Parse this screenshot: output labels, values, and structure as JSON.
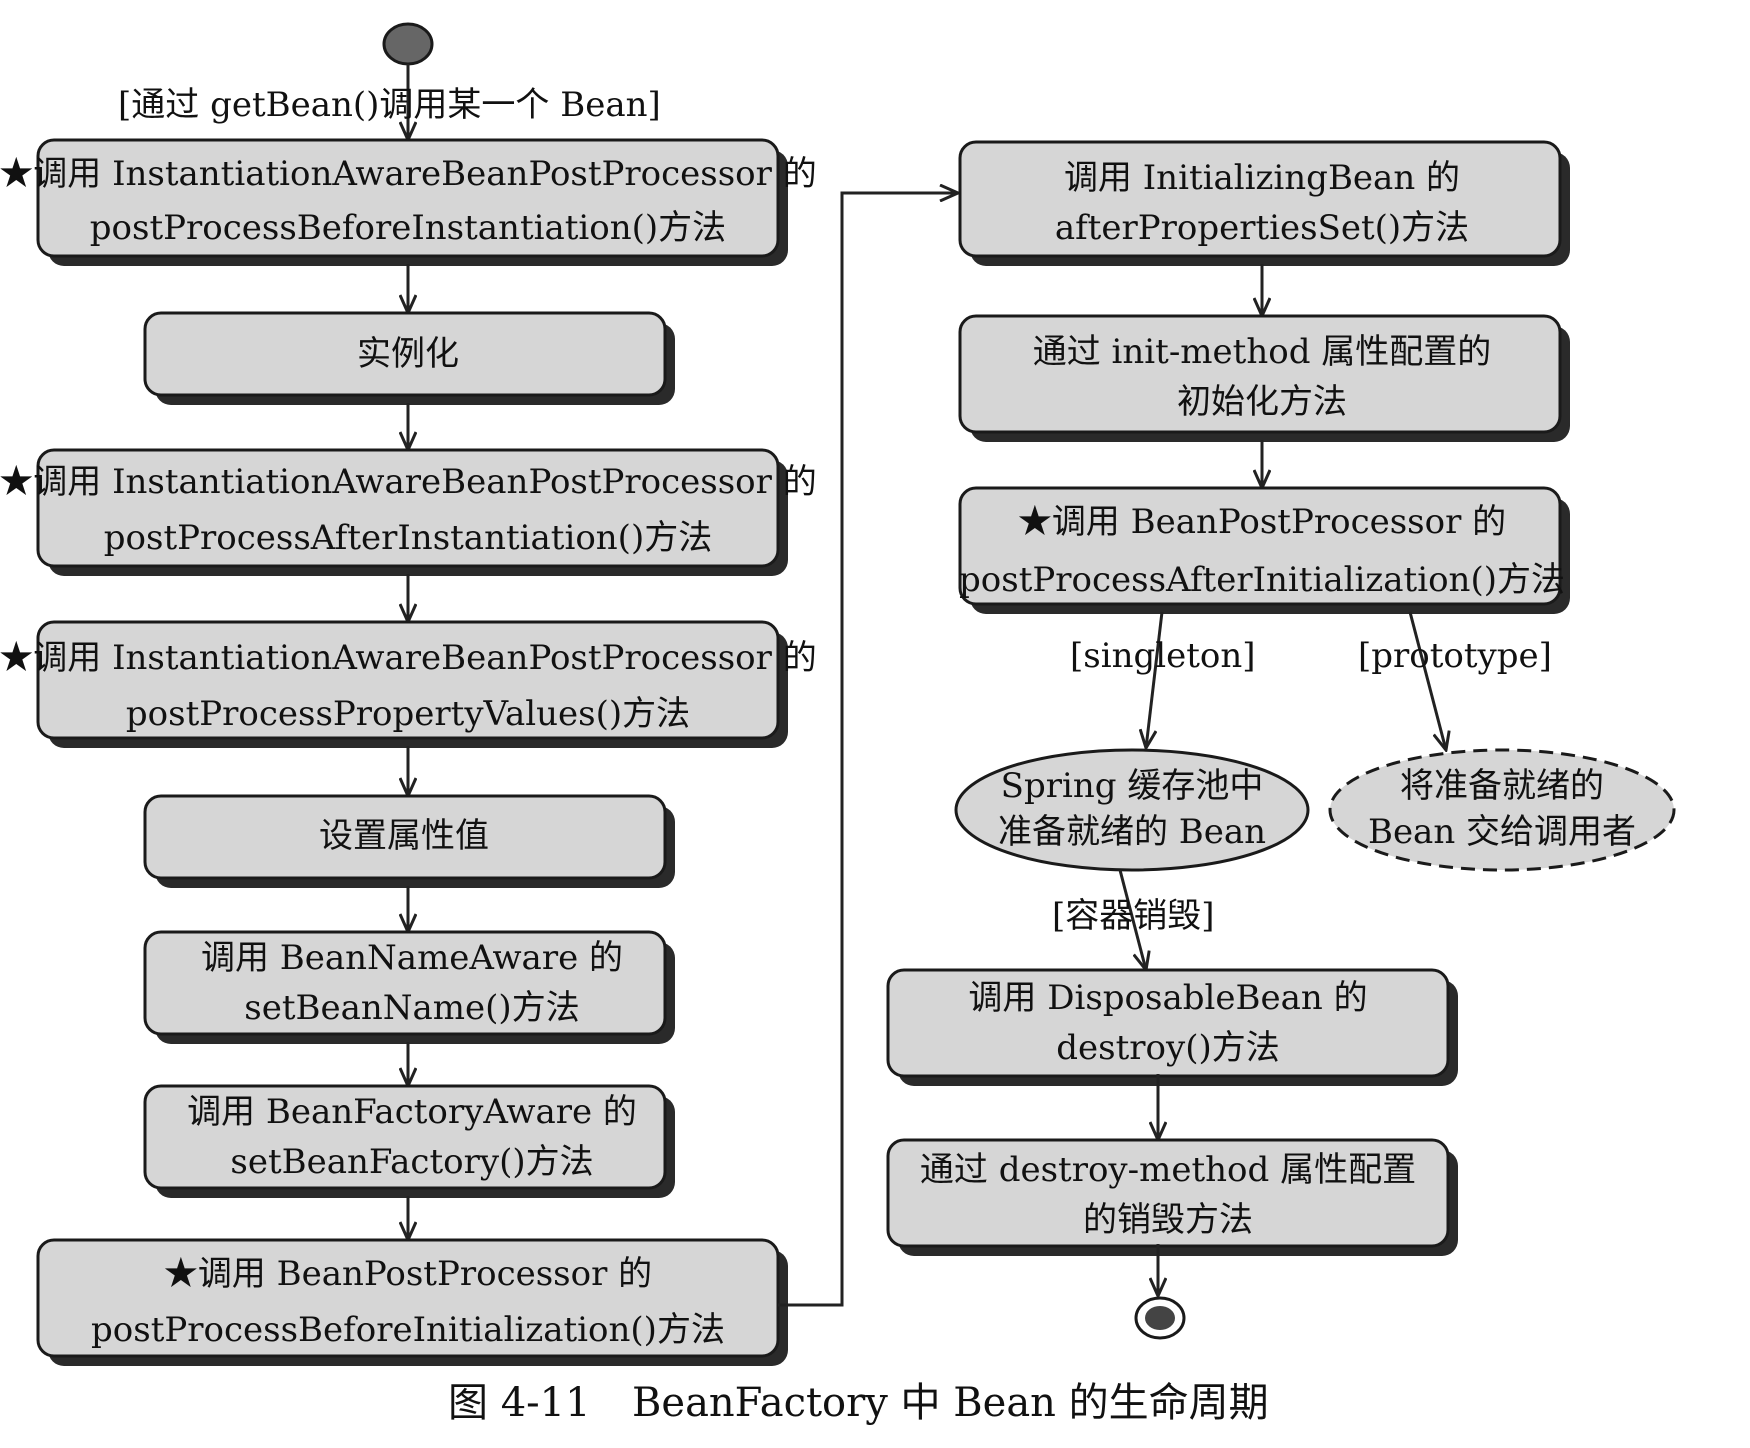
{
  "start_label": "[通过 getBean()调用某一个 Bean]",
  "left_column": [
    {
      "star": "★",
      "line1": "调用 InstantiationAwareBeanPostProcessor 的",
      "line2": "postProcessBeforeInstantiation()方法"
    },
    {
      "star": "",
      "line1": "实例化",
      "line2": ""
    },
    {
      "star": "★",
      "line1": "调用 InstantiationAwareBeanPostProcessor 的",
      "line2": "postProcessAfterInstantiation()方法"
    },
    {
      "star": "★",
      "line1": "调用 InstantiationAwareBeanPostProcessor 的",
      "line2": "postProcessPropertyValues()方法"
    },
    {
      "star": "",
      "line1": "设置属性值",
      "line2": ""
    },
    {
      "star": "",
      "line1": "调用 BeanNameAware 的",
      "line2": "setBeanName()方法"
    },
    {
      "star": "",
      "line1": "调用 BeanFactoryAware 的",
      "line2": "setBeanFactory()方法"
    },
    {
      "star": "★",
      "line1": "调用 BeanPostProcessor 的",
      "line2": "postProcessBeforeInitialization()方法"
    }
  ],
  "right_column": [
    {
      "star": "",
      "line1": "调用 InitializingBean 的",
      "line2": "afterPropertiesSet()方法"
    },
    {
      "star": "",
      "line1": "通过 init-method 属性配置的",
      "line2": "初始化方法"
    },
    {
      "star": "★",
      "line1": "调用 BeanPostProcessor 的",
      "line2": "postProcessAfterInitialization()方法"
    }
  ],
  "branch_labels": {
    "singleton": "[singleton]",
    "prototype": "[prototype]",
    "destroy": "[容器销毁]"
  },
  "ellipses": {
    "singleton": {
      "line1": "Spring 缓存池中",
      "line2": "准备就绪的 Bean"
    },
    "prototype": {
      "line1": "将准备就绪的",
      "line2": "Bean 交给调用者"
    }
  },
  "destroy_column": [
    {
      "star": "",
      "line1": "调用 DisposableBean 的",
      "line2": "destroy()方法"
    },
    {
      "star": "",
      "line1": "通过 destroy-method 属性配置",
      "line2": "的销毁方法"
    }
  ],
  "caption": {
    "figure_number": "图 4-11",
    "title": "BeanFactory 中 Bean 的生命周期"
  },
  "colors": {
    "box_fill": "#d6d6d6",
    "stroke": "#1a1a1a",
    "shadow": "#2a2a2a",
    "start_node": "#666666"
  }
}
